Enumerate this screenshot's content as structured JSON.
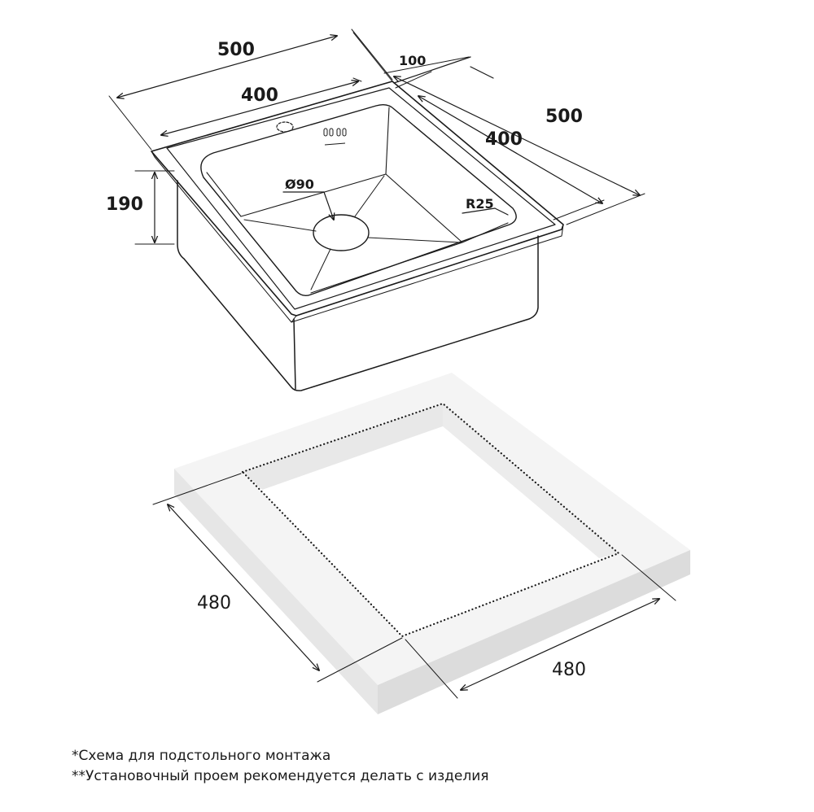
{
  "sink": {
    "overall_width_label": "500",
    "overall_depth_label": "500",
    "bowl_width_label": "400",
    "bowl_depth_label": "400",
    "flange_label": "100",
    "height_label": "190",
    "drain_label": "Ø90",
    "radius_label": "R25"
  },
  "cutout": {
    "width_label": "480",
    "depth_label": "480"
  },
  "notes": [
    "*Схема для подстольного монтажа",
    "**Установочный проем рекомендуется делать с изделия"
  ],
  "colors": {
    "line": "#1a1a1a",
    "countertop_top": "#f4f4f4",
    "countertop_side": "#e4e4e4"
  }
}
